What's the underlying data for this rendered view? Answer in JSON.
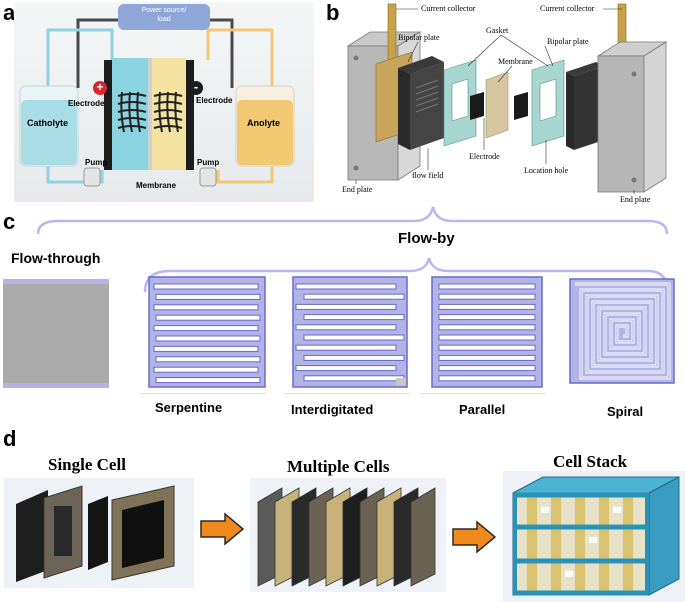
{
  "panels": {
    "a": "a",
    "b": "b",
    "c": "c",
    "d": "d"
  },
  "panel_a": {
    "power_label": "Power source/\nload",
    "catholyte": "Catholyte",
    "anolyte": "Anolyte",
    "electrode_left": "Electrode",
    "electrode_right": "Electrode",
    "pump_left": "Pump",
    "pump_right": "Pump",
    "membrane": "Membrane",
    "plus_sign": "+",
    "minus_sign": "-"
  },
  "panel_b": {
    "current_collector_left": "Current collector",
    "current_collector_right": "Current collector",
    "bipolar_plate_left": "Bipolar plate",
    "bipolar_plate_right": "Bipolar plate",
    "gasket": "Gasket",
    "membrane": "Membrane",
    "electrode": "Electrode",
    "flow_field": "flow field",
    "location_hole": "Location hole",
    "end_plate_left": "End plate",
    "end_plate_right": "End plate"
  },
  "panel_c": {
    "flow_through": "Flow-through",
    "flow_by": "Flow-by",
    "patterns": [
      "Serpentine",
      "Interdigitated",
      "Parallel",
      "Spiral"
    ]
  },
  "panel_d": {
    "single_cell": "Single Cell",
    "multiple_cells": "Multiple Cells",
    "cell_stack": "Cell Stack"
  },
  "colors": {
    "catholyte": "#a9dde6",
    "anolyte": "#f2c873",
    "flow_blue": "#b3b3e8",
    "flow_stroke": "#6a6ac8",
    "arrow_orange": "#f08a1c",
    "stack_teal": "#3aa6c8"
  }
}
